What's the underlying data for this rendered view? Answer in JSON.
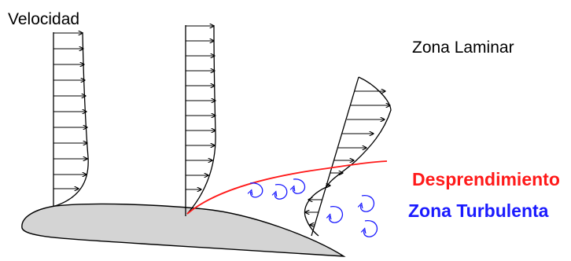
{
  "labels": {
    "velocity": "Velocidad",
    "laminar": "Zona Laminar",
    "separation": "Desprendimiento",
    "turbulent": "Zona Turbulenta"
  },
  "colors": {
    "separation": "#ff1a1a",
    "turbulent": "#1a1aff",
    "airfoil_fill": "#d4d4d4",
    "ink": "#000000"
  }
}
